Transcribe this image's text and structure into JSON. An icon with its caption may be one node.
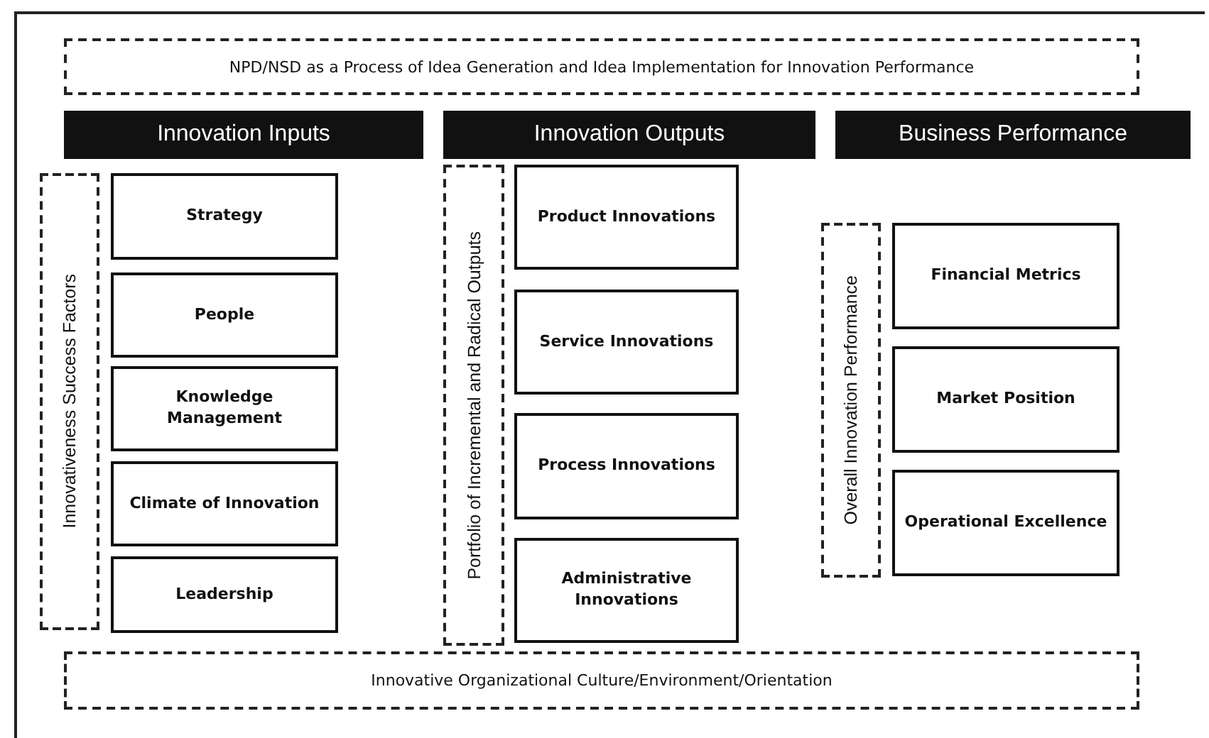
{
  "diagram": {
    "nodes": [
      {
        "text": [
          "NPD/NSD as a  Process of Idea Generation and Idea Implementation for Innovation Performance"
        ]
      },
      {
        "text": [
          "Innovation Inputs"
        ]
      },
      {
        "text": [
          "Innovation Outputs"
        ]
      },
      {
        "text": [
          "Business Performance"
        ]
      },
      {
        "text": [
          "Innovativeness Success Factors"
        ]
      },
      {
        "text": [
          "Strategy"
        ]
      },
      {
        "text": [
          "People"
        ]
      },
      {
        "text": [
          "Knowledge Management"
        ]
      },
      {
        "text": [
          "Climate of Innovation"
        ]
      },
      {
        "text": [
          "Leadership"
        ]
      },
      {
        "text": [
          "Portfolio of Incremental  and Radical Outputs"
        ]
      },
      {
        "text": [
          "Product Innovations"
        ]
      },
      {
        "text": [
          "Service Innovations"
        ]
      },
      {
        "text": [
          "Process Innovations"
        ]
      },
      {
        "text": [
          "Administrative Innovations"
        ]
      },
      {
        "text": [
          "Overall Innovation Performance"
        ]
      },
      {
        "text": [
          "Financial Metrics"
        ]
      },
      {
        "text": [
          "Market Position"
        ]
      },
      {
        "text": [
          "Operational Excellence"
        ]
      },
      {
        "text": [
          "Innovative Organizational Culture/Environment/Orientation"
        ]
      }
    ]
  }
}
